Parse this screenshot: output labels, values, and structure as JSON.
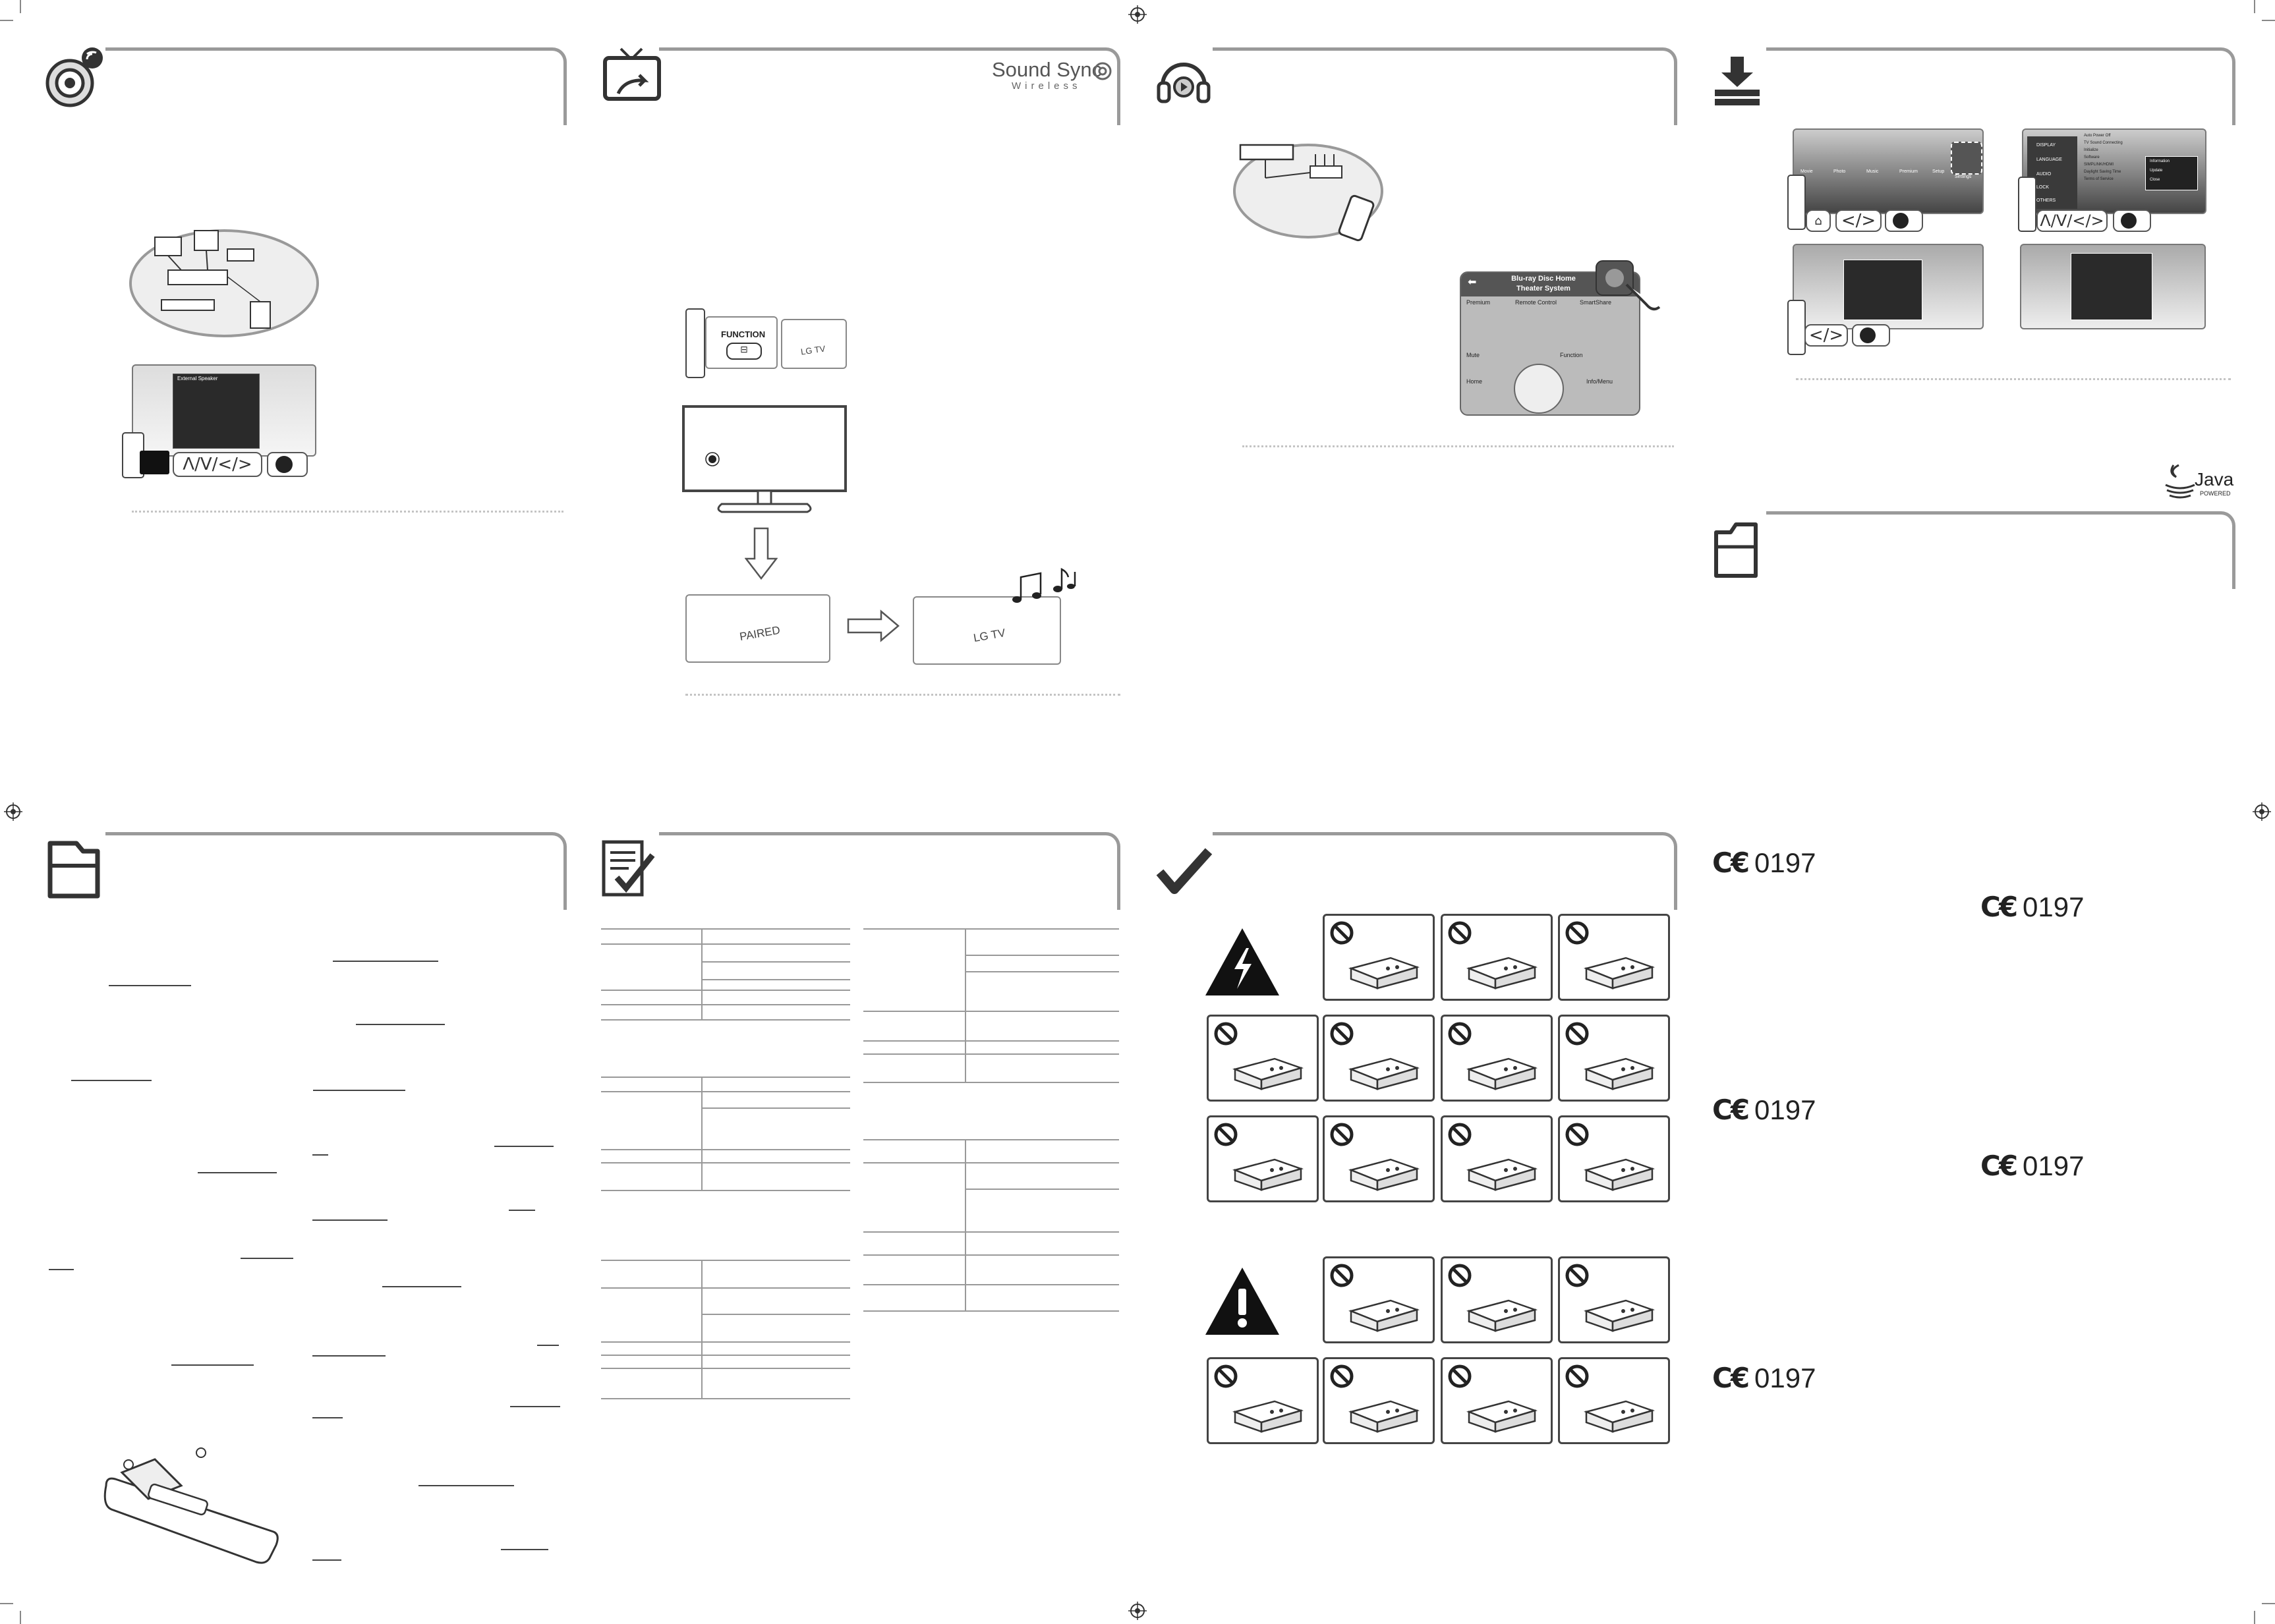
{
  "sections": {
    "wireless_speaker": {
      "icon": "speaker-wifi-icon"
    },
    "sound_sync": {
      "logo_title": "Sound Sync",
      "logo_sub": "Wireless",
      "icon": "tv-icon"
    },
    "app_remote": {
      "icon": "headphones-icon"
    },
    "software_update": {
      "icon": "download-icon"
    },
    "open_source": {
      "icon": "folder-icon"
    },
    "specs": {
      "icon": "clipboard-check-icon"
    },
    "safety": {
      "icon": "checkmark-icon"
    },
    "remote_battery": {
      "icon": "folder-icon"
    }
  },
  "sound_sync_steps": {
    "function_label": "FUNCTION",
    "lgtv_label_1": "LG TV",
    "paired_label": "PAIRED",
    "lgtv_label_2": "LG TV"
  },
  "speaker_dialog": {
    "title": "External Speaker",
    "nav_keys": "Λ/V/</>"
  },
  "app_remote_screen": {
    "title_line1": "Blu-ray Disc Home",
    "title_line2": "Theater System",
    "tabs": [
      "Premium",
      "Remote Control",
      "SmartShare"
    ],
    "buttons": [
      "Mute",
      "Function",
      "Home",
      "Info/Menu"
    ]
  },
  "update_screens": {
    "menu_items": [
      "Movie",
      "Photo",
      "Music",
      "Premium",
      "Setup"
    ],
    "setup_settings_label": "Settings",
    "nav_keys_1": "</>",
    "nav_keys_2": "Λ/V/</>",
    "nav_keys_3": "</>",
    "side_menu": [
      "DISPLAY",
      "LANGUAGE",
      "AUDIO",
      "LOCK",
      "OTHERS"
    ],
    "option_rows": [
      "Auto Power Off",
      "TV Sound Connecting",
      "Initialize",
      "Software",
      "SIMPLINK/HDMI",
      "Daylight Saving Time",
      "Terms of Service"
    ],
    "popup_items": [
      "Information",
      "Update",
      "Close"
    ]
  },
  "java_logo": {
    "text": "Java",
    "sub": "POWERED"
  },
  "compliance": {
    "ce_mark": "C€",
    "ce_entries": [
      {
        "mark": "C€",
        "number": "0197"
      },
      {
        "mark": "C€",
        "number": "0197"
      },
      {
        "mark": "C€",
        "number": "0197"
      },
      {
        "mark": "C€",
        "number": "0197"
      },
      {
        "mark": "C€",
        "number": "0197"
      }
    ]
  },
  "colors": {
    "rule": "#9a9a9a",
    "ink": "#333333"
  }
}
